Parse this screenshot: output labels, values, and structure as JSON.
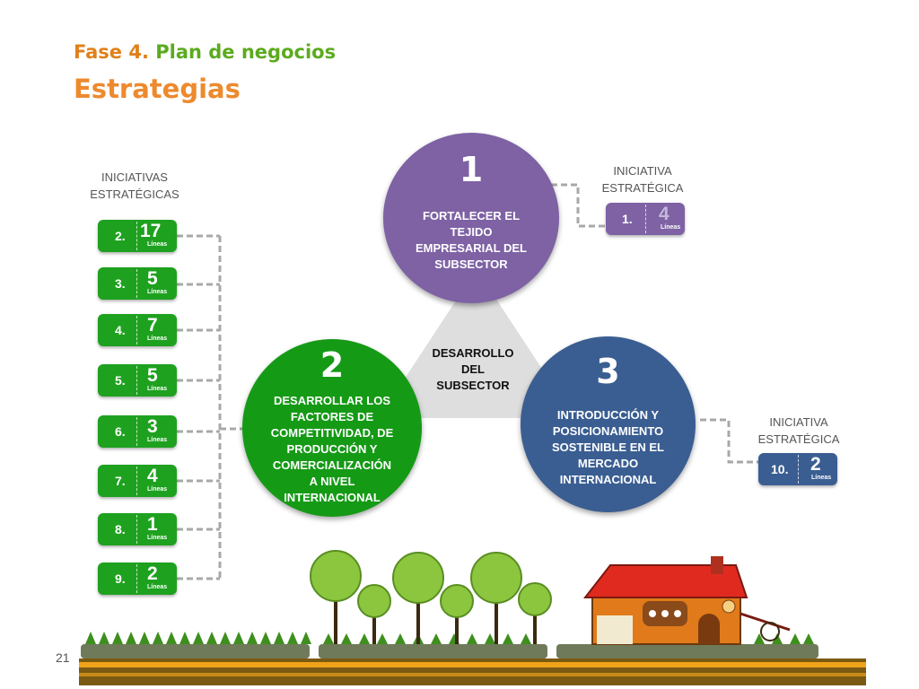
{
  "header": {
    "phase_prefix": "Fase 4.",
    "phase_name": "Plan de negocios",
    "title": "Estrategias"
  },
  "labels": {
    "left": [
      "INICIATIVAS",
      "ESTRATÉGICAS"
    ],
    "top_right": [
      "INICIATIVA",
      "ESTRATÉGICA"
    ],
    "right": [
      "INICIATIVA",
      "ESTRATÉGICA"
    ]
  },
  "center": {
    "lines": [
      "DESARROLLO",
      "DEL",
      "SUBSECTOR"
    ]
  },
  "strategies": [
    {
      "number": "1",
      "lines": [
        "FORTALECER EL",
        "TEJIDO",
        "EMPRESARIAL DEL",
        "SUBSECTOR"
      ],
      "color": "#7e62a4"
    },
    {
      "number": "2",
      "lines": [
        "DESARROLLAR LOS",
        "FACTORES DE",
        "COMPETITIVIDAD,  DE",
        "PRODUCCIÓN Y",
        "COMERCIALIZACIÓN",
        "A NIVEL",
        "INTERNACIONAL"
      ],
      "color": "#159a16"
    },
    {
      "number": "3",
      "lines": [
        "INTRODUCCIÓN Y",
        "POSICIONAMIENTO",
        "SOSTENIBLE EN EL",
        "MERCADO",
        "INTERNACIONAL"
      ],
      "color": "#3a5e92"
    }
  ],
  "initiatives_left": [
    {
      "id": "2.",
      "count": "17",
      "unit": "Líneas"
    },
    {
      "id": "3.",
      "count": "5",
      "unit": "Líneas"
    },
    {
      "id": "4.",
      "count": "7",
      "unit": "Líneas"
    },
    {
      "id": "5.",
      "count": "5",
      "unit": "Líneas"
    },
    {
      "id": "6.",
      "count": "3",
      "unit": "Líneas"
    },
    {
      "id": "7.",
      "count": "4",
      "unit": "Líneas"
    },
    {
      "id": "8.",
      "count": "1",
      "unit": "Líneas"
    },
    {
      "id": "9.",
      "count": "2",
      "unit": "Líneas"
    }
  ],
  "initiative_top": {
    "id": "1.",
    "count": "4",
    "unit": "Líneas"
  },
  "initiative_right": {
    "id": "10.",
    "count": "2",
    "unit": "Líneas"
  },
  "footer": {
    "page_number": "21"
  },
  "colors": {
    "green": "#1ea11f",
    "purple": "#7e62a4",
    "blue": "#3a5e92",
    "orange": "#ed8a2e",
    "phase_green": "#5bab1e"
  }
}
